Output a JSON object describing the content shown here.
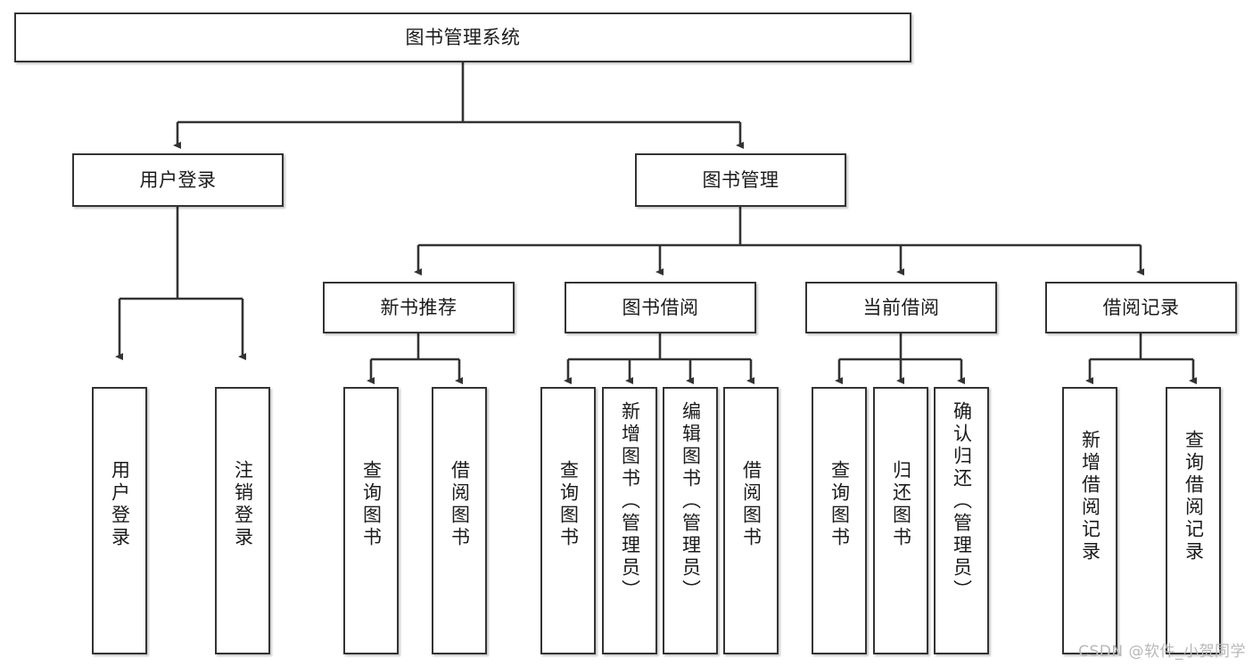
{
  "diagram": {
    "title_text": "图书管理系统",
    "type": "hierarchy-tree",
    "stroke_color": "#333333",
    "fill_color": "#ffffff",
    "text_color": "#1b1b1b",
    "watermark": "CSDN @软件_小贺同学"
  },
  "nodes": {
    "root": {
      "label": "图书管理系统"
    },
    "level1": [
      {
        "id": "user-login",
        "label": "用户登录"
      },
      {
        "id": "book-management",
        "label": "图书管理"
      }
    ],
    "level2": [
      {
        "id": "new-book-recommend",
        "label": "新书推荐"
      },
      {
        "id": "book-borrow",
        "label": "图书借阅"
      },
      {
        "id": "current-borrow",
        "label": "当前借阅"
      },
      {
        "id": "borrow-record",
        "label": "借阅记录"
      }
    ],
    "leaves": {
      "user_login": [
        {
          "id": "leaf-user-login",
          "label": "用户登录"
        },
        {
          "id": "leaf-logout-login",
          "label": "注销登录"
        }
      ],
      "new_book_recommend": [
        {
          "id": "leaf-query-book-1",
          "label": "查询图书"
        },
        {
          "id": "leaf-borrow-book-1",
          "label": "借阅图书"
        }
      ],
      "book_borrow": [
        {
          "id": "leaf-query-book-2",
          "label": "查询图书"
        },
        {
          "id": "leaf-add-book-admin",
          "label": "新增图书（管理员）"
        },
        {
          "id": "leaf-edit-book-admin",
          "label": "编辑图书（管理员）"
        },
        {
          "id": "leaf-borrow-book-2",
          "label": "借阅图书"
        }
      ],
      "current_borrow": [
        {
          "id": "leaf-query-book-3",
          "label": "查询图书"
        },
        {
          "id": "leaf-return-book",
          "label": "归还图书"
        },
        {
          "id": "leaf-confirm-return-admin",
          "label": "确认归还（管理员）"
        }
      ],
      "borrow_record": [
        {
          "id": "leaf-add-borrow-record",
          "label": "新增借阅记录"
        },
        {
          "id": "leaf-query-borrow-record",
          "label": "查询借阅记录"
        }
      ]
    }
  },
  "chart_data": {
    "type": "table",
    "title": "图书管理系统",
    "tree": [
      {
        "node": "图书管理系统",
        "children": [
          {
            "node": "用户登录",
            "children": [
              {
                "node": "用户登录"
              },
              {
                "node": "注销登录"
              }
            ]
          },
          {
            "node": "图书管理",
            "children": [
              {
                "node": "新书推荐",
                "children": [
                  {
                    "node": "查询图书"
                  },
                  {
                    "node": "借阅图书"
                  }
                ]
              },
              {
                "node": "图书借阅",
                "children": [
                  {
                    "node": "查询图书"
                  },
                  {
                    "node": "新增图书（管理员）"
                  },
                  {
                    "node": "编辑图书（管理员）"
                  },
                  {
                    "node": "借阅图书"
                  }
                ]
              },
              {
                "node": "当前借阅",
                "children": [
                  {
                    "node": "查询图书"
                  },
                  {
                    "node": "归还图书"
                  },
                  {
                    "node": "确认归还（管理员）"
                  }
                ]
              },
              {
                "node": "借阅记录",
                "children": [
                  {
                    "node": "新增借阅记录"
                  },
                  {
                    "node": "查询借阅记录"
                  }
                ]
              }
            ]
          }
        ]
      }
    ]
  }
}
